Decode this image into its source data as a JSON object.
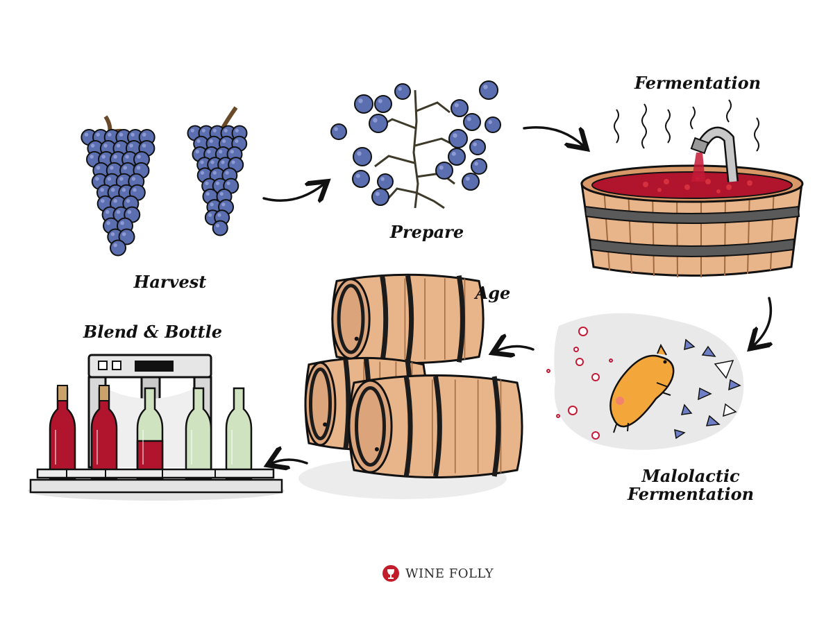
{
  "steps": {
    "harvest": "Harvest",
    "prepare": "Prepare",
    "fermentation": "Fermentation",
    "malolactic": [
      "Malolactic",
      "Fermentation"
    ],
    "age": "Age",
    "blend_bottle": "Blend & Bottle"
  },
  "brand": {
    "name": "WINE FOLLY",
    "logo_icon": "wine-folly-logo-icon"
  },
  "colors": {
    "grape": "#5b6fb0",
    "grape_dark": "#2c3566",
    "wood": "#e8b48a",
    "wood_dark": "#a0683e",
    "wine": "#b1152e",
    "bacteria": "#f3a63a",
    "bottle_green": "#cfe3c0",
    "ink": "#111111",
    "metal": "#9a9a9a"
  }
}
